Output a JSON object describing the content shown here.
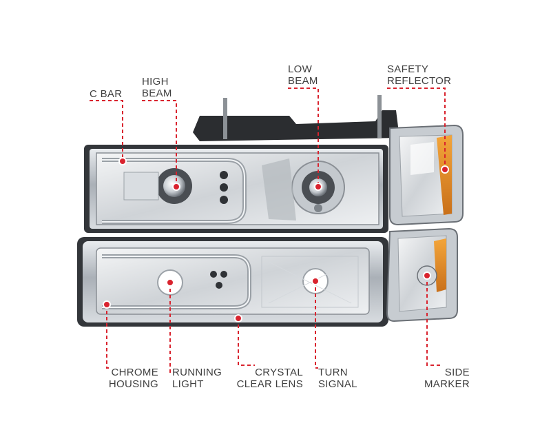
{
  "colors": {
    "callout": "#d9232e",
    "label": "#3f3f3f",
    "chrome": "#b9bec4",
    "amber": "#e08a1e"
  },
  "product": {
    "name": "Headlight & corner light assembly with C-bar halo"
  },
  "callouts": {
    "c_bar": {
      "line1": "C BAR"
    },
    "high_beam": {
      "line1": "HIGH",
      "line2": "BEAM"
    },
    "low_beam": {
      "line1": "LOW",
      "line2": "BEAM"
    },
    "safety_reflector": {
      "line1": "SAFETY",
      "line2": "REFLECTOR"
    },
    "chrome_housing": {
      "line1": "CHROME",
      "line2": "HOUSING"
    },
    "running_light": {
      "line1": "RUNNING",
      "line2": "LIGHT"
    },
    "crystal_clear_lens": {
      "line1": "CRYSTAL",
      "line2": "CLEAR LENS"
    },
    "turn_signal": {
      "line1": "TURN",
      "line2": "SIGNAL"
    },
    "side_marker": {
      "line1": "SIDE",
      "line2": "MARKER"
    }
  }
}
